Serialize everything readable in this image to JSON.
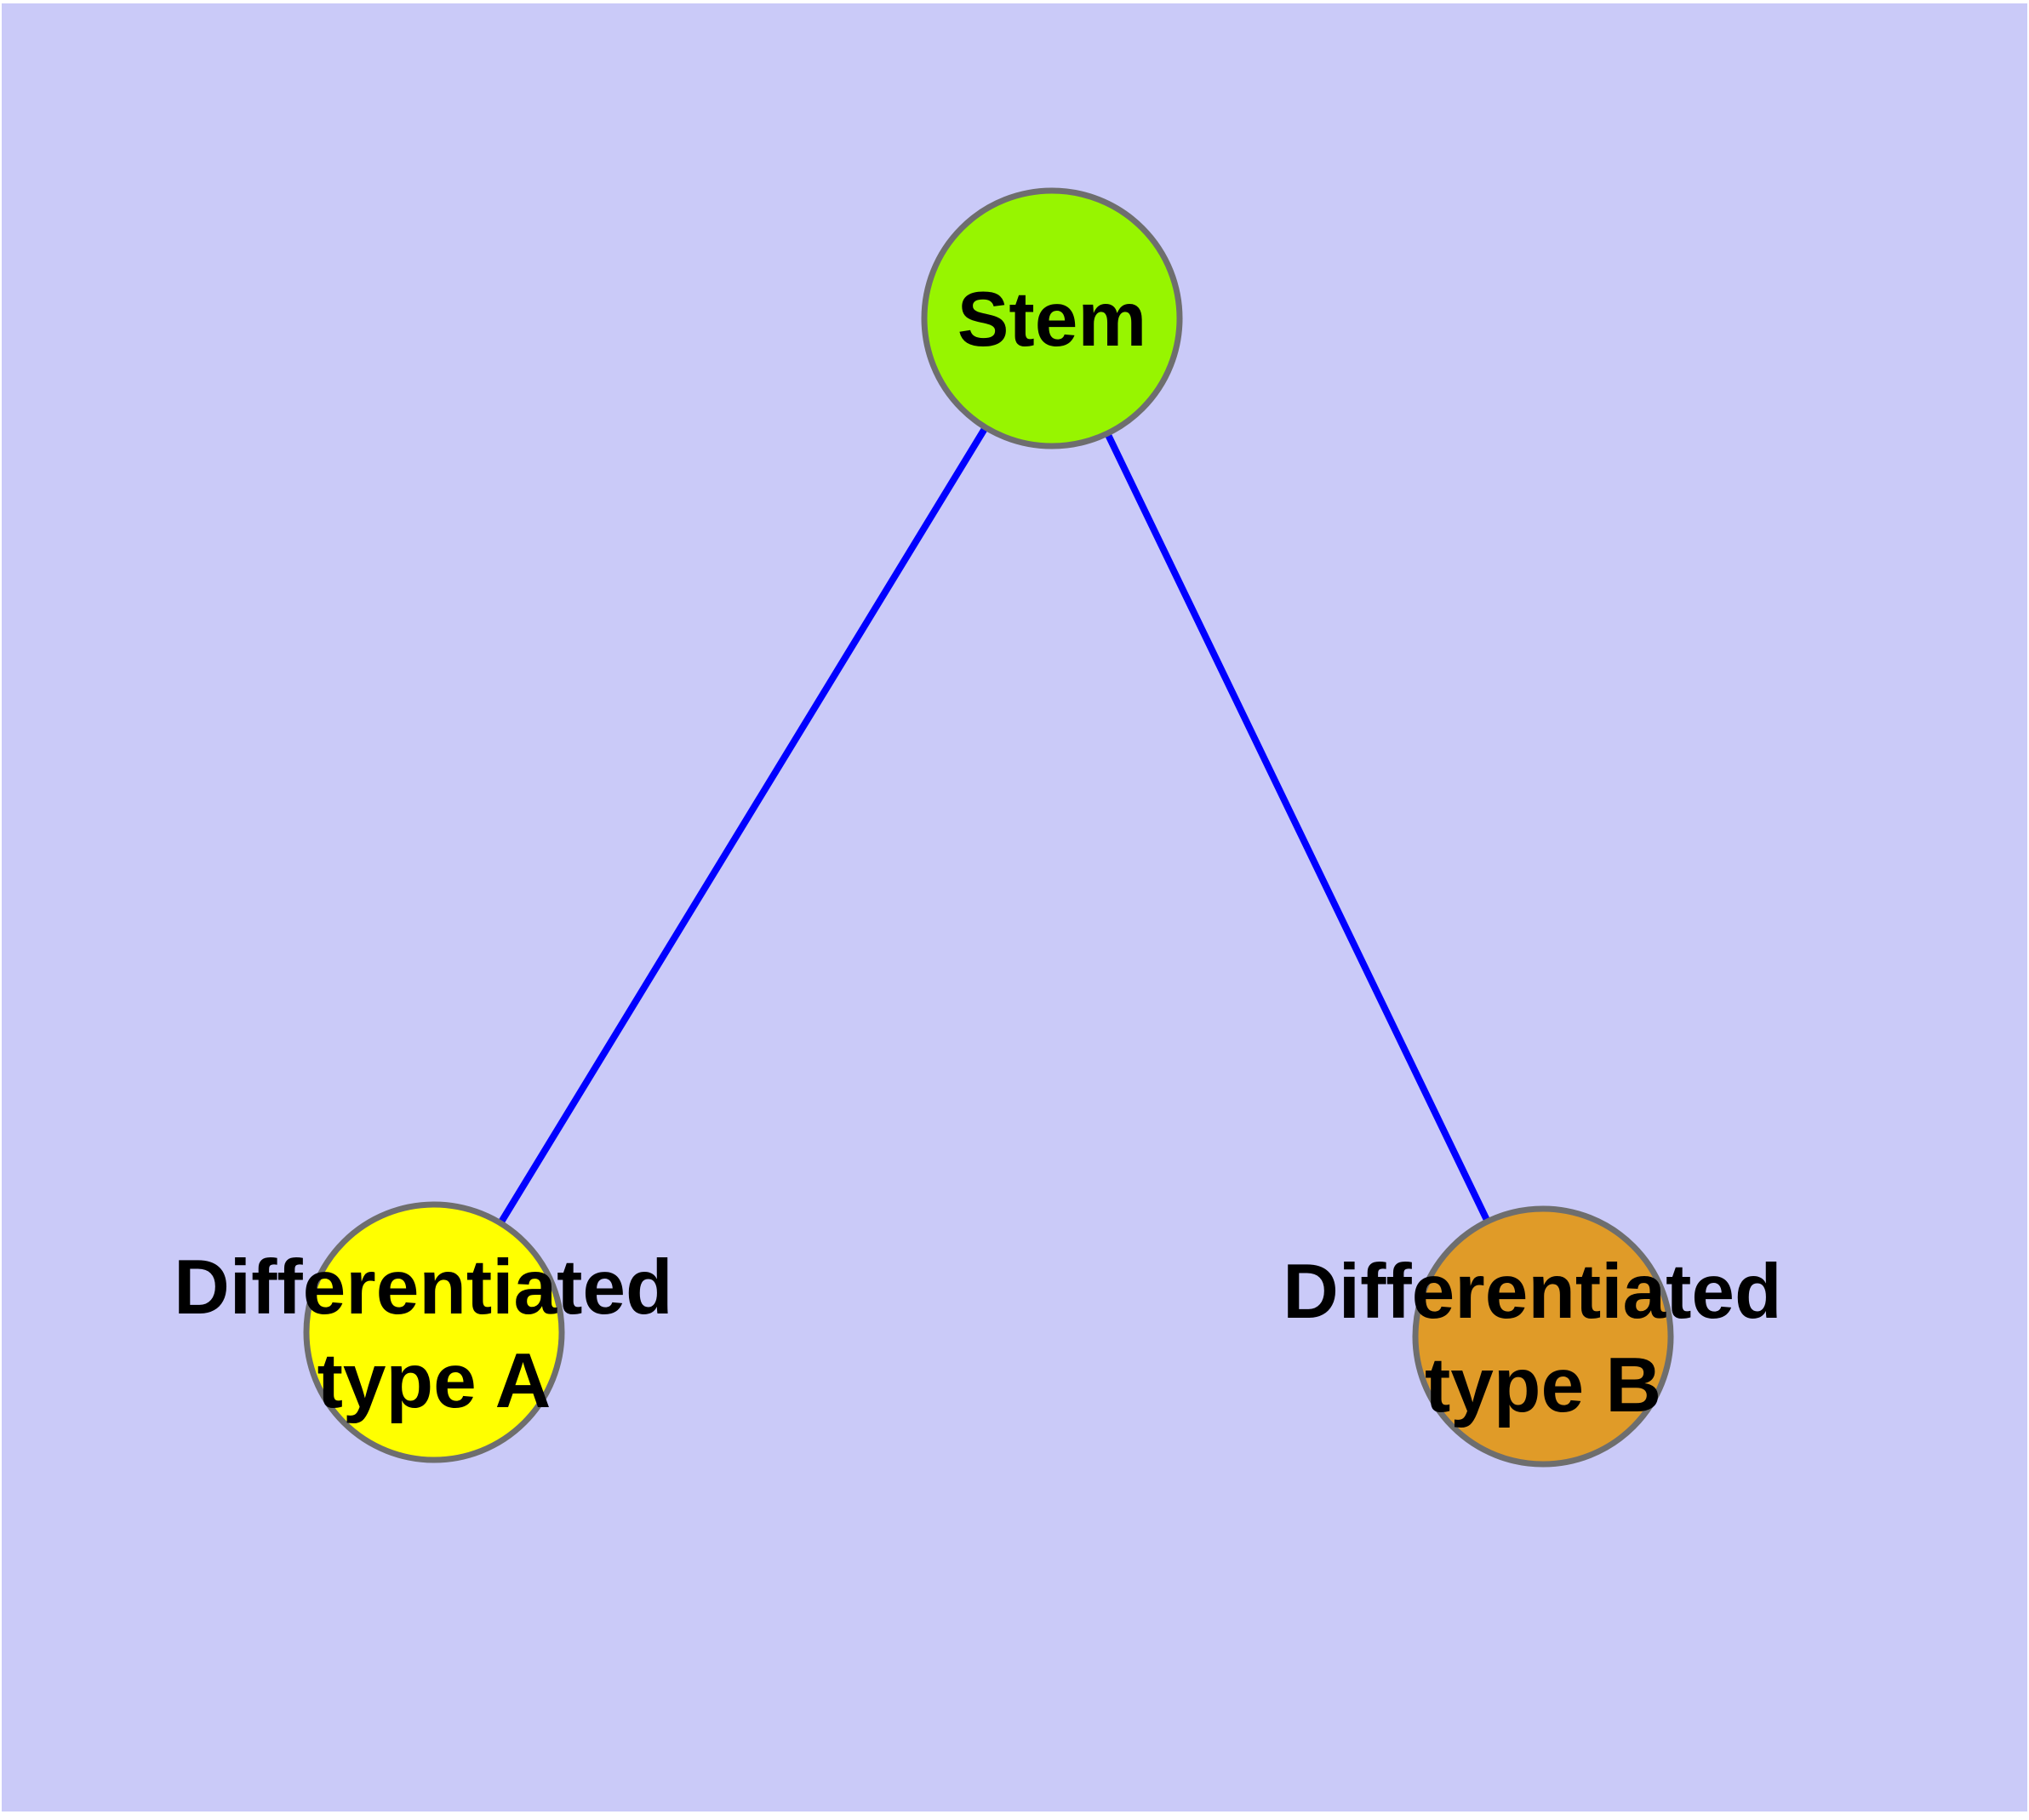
{
  "theme": {
    "page_bg": "#FFFFFF",
    "canvas_bg": "#CACAF8",
    "node_border": "#6E6E6E",
    "edge_color": "#0000FF",
    "label_color": "#000000"
  },
  "diagram": {
    "type": "node-link-graph",
    "nodes": [
      {
        "id": "stem",
        "label": "Stem",
        "fill": "#97F500"
      },
      {
        "id": "differentiated-type-a",
        "label_line1": "Differentiated",
        "label_line2": "type A",
        "fill": "#FFFF00"
      },
      {
        "id": "differentiated-type-b",
        "label_line1": "Differentiated",
        "label_line2": "type B",
        "fill": "#E09B28"
      }
    ],
    "edges": [
      {
        "from": "stem",
        "to": "differentiated-type-a"
      },
      {
        "from": "stem",
        "to": "differentiated-type-b"
      }
    ]
  }
}
